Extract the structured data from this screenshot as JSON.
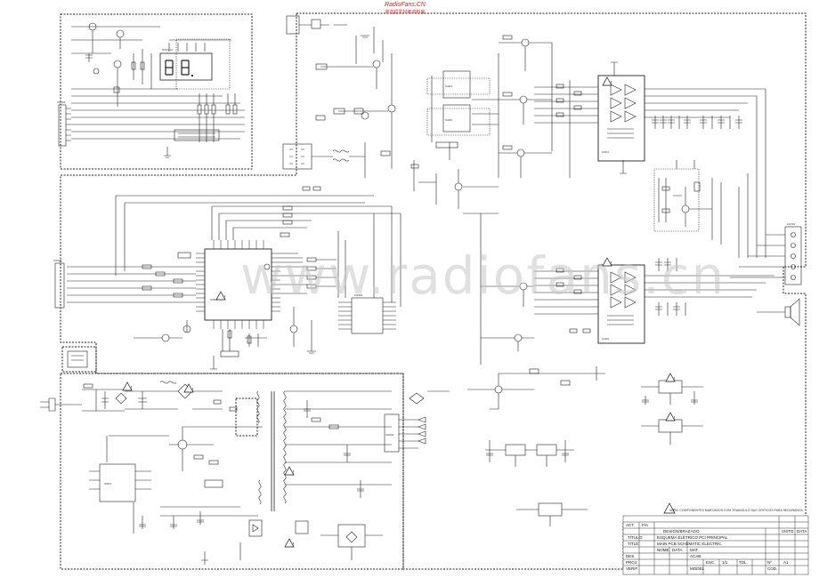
{
  "watermark": {
    "site": "RadioFans.CN",
    "site_cn": "收音机爱好者资料库",
    "big": "www.radiofans.cn"
  },
  "title_block": {
    "design_label": "DESIGN/BRAZAGO",
    "titulo_label": "TÍTULO:",
    "titulo_value": "ESQUEMA ELÉTRICO PCI PRINCIPAL",
    "title_label": "TITLE:",
    "title_value": "MAIN PCB SCHEMATIC ELECTRIC",
    "visto_label": "VISTO",
    "data_label": "DATA",
    "act_label": "ACT.",
    "fa_label": "F/A",
    "nome_label": "NOME",
    "data2_label": "DATA",
    "mat_label": "MAT.",
    "des_label": "DES.",
    "proj_label": "PROJ.",
    "verif_label": "VERIF.",
    "acab_label": "ACAB.",
    "esc_label": "ESC.",
    "esc_value": "1/1",
    "tol_label": "TOL.",
    "n_label": "Nº",
    "n_value": "A1",
    "model_label": "MODEL",
    "cod_label": "COD.",
    "note": "NOTA: COMPONENTES MARCADOS COM TRIANGULO SAO CRITICOS PARA SEGURANCA"
  },
  "icons": [
    "warning-triangle-icon",
    "speaker-icon",
    "ac-plug-icon"
  ]
}
